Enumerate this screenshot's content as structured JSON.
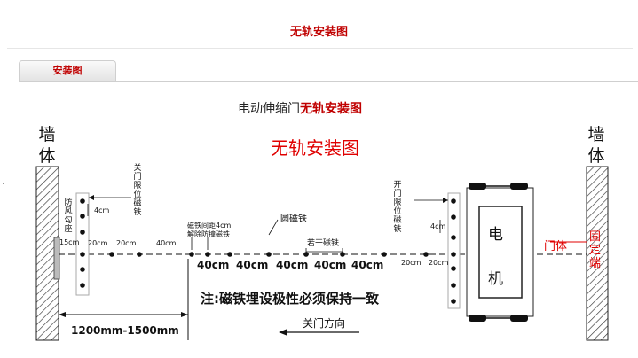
{
  "page": {
    "title": "无轨安装图"
  },
  "tabs": [
    {
      "label": "安装图"
    }
  ],
  "diagram": {
    "heading_prefix": "电动伸缩门",
    "heading_highlight": "无轨安装图",
    "banner": "无轨安装图",
    "wall_label": "墙体",
    "motor_label_top": "电",
    "motor_label_bottom": "机",
    "door_body_label": "门体",
    "fixed_end_label": "固定端",
    "close_limit_label": "关门限位磁铁",
    "open_limit_label": "开门限位磁铁",
    "windproof_label": "防风勾座",
    "disarm_label": "磁铁间距4cm解除防撞磁铁",
    "round_magnet_label": "圆磁铁",
    "several_magnets_label": "若干磁铁",
    "note": "注:磁铁埋设极性必须保持一致",
    "close_direction": "关门方向",
    "span_label": "1200mm-1500mm",
    "small_dims": {
      "close_4cm": "4cm",
      "open_4cm": "4cm",
      "a": "15cm",
      "b": "20cm",
      "c": "20cm",
      "d": "40cm",
      "e": "20cm",
      "f": "20cm"
    },
    "big_dims": [
      "40cm",
      "40cm",
      "40cm",
      "40cm",
      "40cm"
    ]
  },
  "colors": {
    "accent": "#c00000",
    "banner_red": "#e00000"
  }
}
